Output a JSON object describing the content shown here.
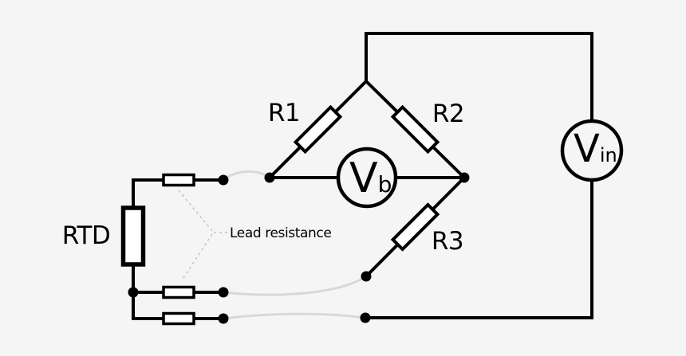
{
  "background": "#f5f5f5",
  "colors": {
    "wire": "#000000",
    "component_fill": "#ffffff",
    "lead_wire": "#d8d8d8",
    "callout_line": "#c2c2c2",
    "text": "#000000"
  },
  "labels": {
    "r1": "R1",
    "r2": "R2",
    "r3": "R3",
    "rtd": "RTD",
    "lead_resistance": "Lead resistance",
    "vb_symbol": "V",
    "vb_subscript": "b",
    "vin_symbol": "V",
    "vin_subscript": "in"
  }
}
